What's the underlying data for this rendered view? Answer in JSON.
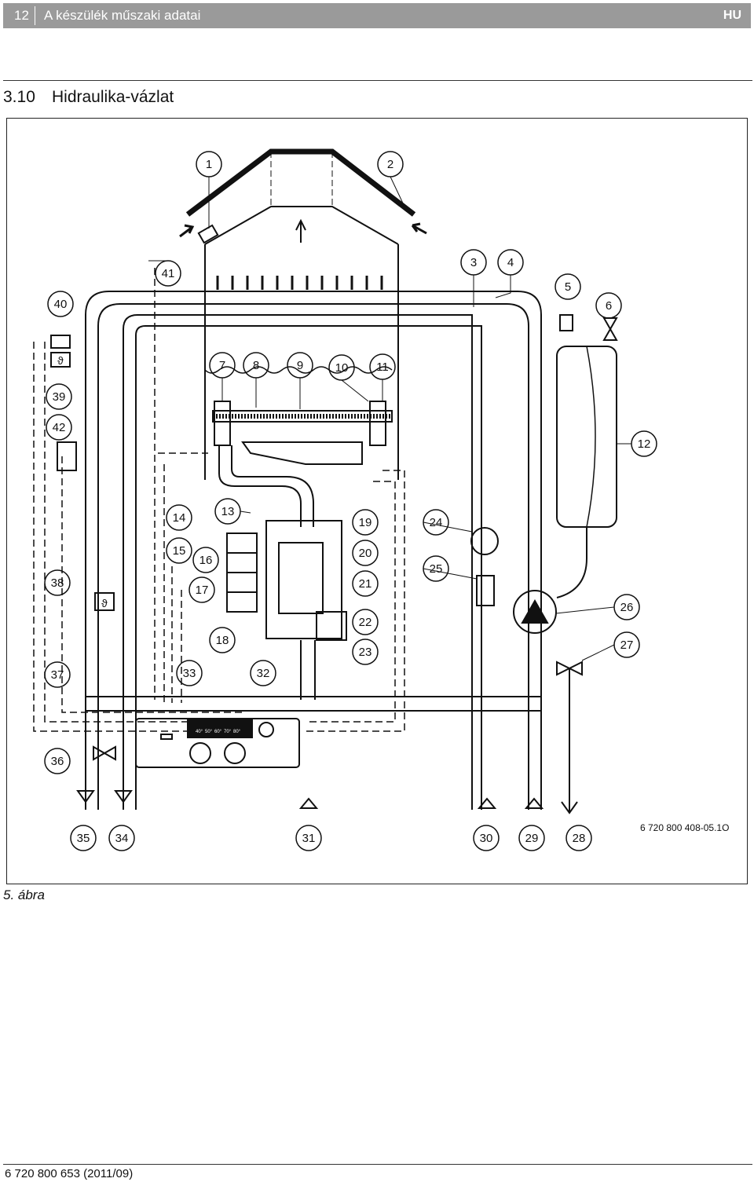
{
  "header": {
    "page_number": "12",
    "title": "A készülék műszaki adatai",
    "lang": "HU"
  },
  "section": {
    "number": "3.10",
    "title": "Hidraulika-vázlat"
  },
  "figure": {
    "callouts": [
      "1",
      "2",
      "3",
      "4",
      "5",
      "6",
      "7",
      "8",
      "9",
      "10",
      "11",
      "12",
      "13",
      "14",
      "15",
      "16",
      "17",
      "18",
      "19",
      "20",
      "21",
      "22",
      "23",
      "24",
      "25",
      "26",
      "27",
      "28",
      "29",
      "30",
      "31",
      "32",
      "33",
      "34",
      "35",
      "36",
      "37",
      "38",
      "39",
      "40",
      "41",
      "42"
    ],
    "display_ticks": [
      "40°",
      "50°",
      "60°",
      "70°",
      "80°"
    ],
    "theta_symbol": "ϑ",
    "ref_code": "6 720 800 408-05.1O"
  },
  "caption": "5. ábra",
  "footer": {
    "doc_code": "6 720 800 653 (2011/09)"
  }
}
